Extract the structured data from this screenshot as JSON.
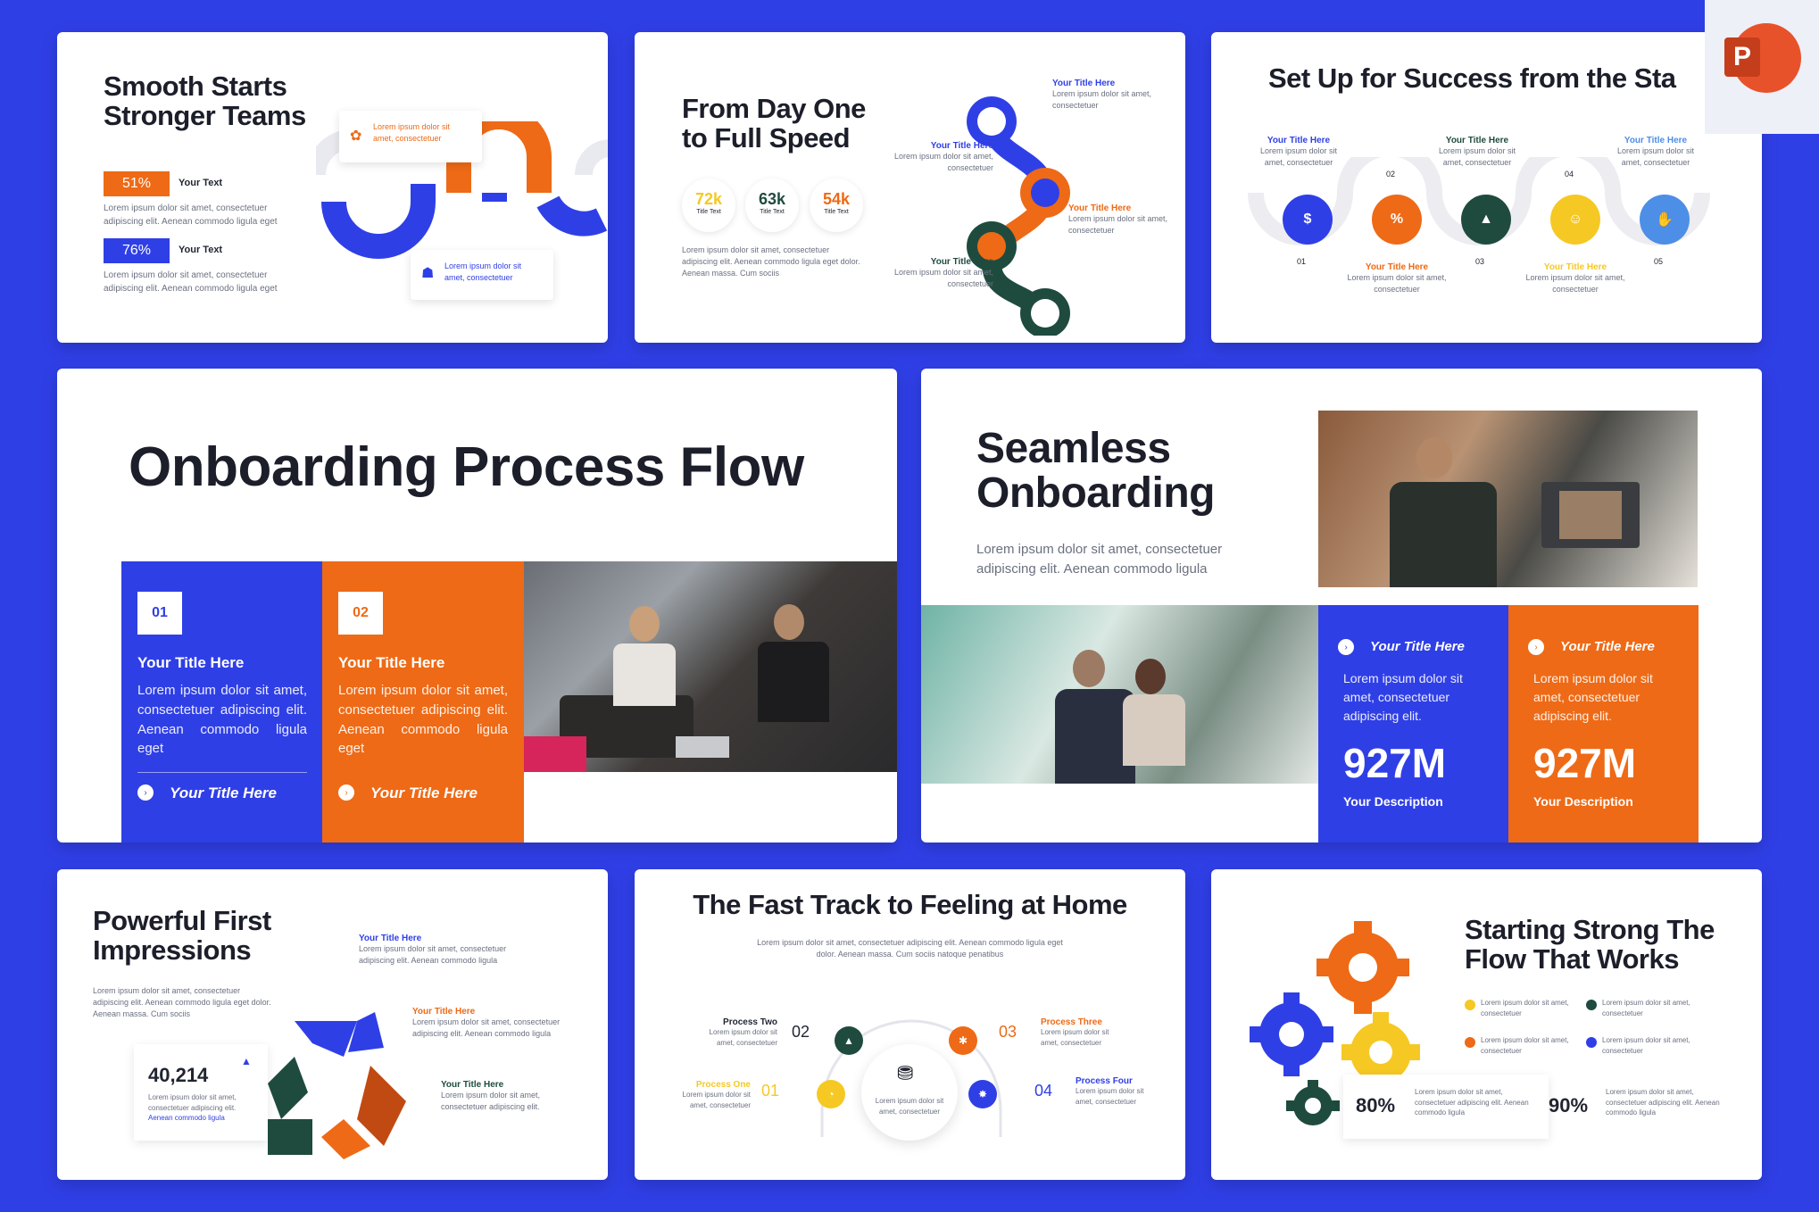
{
  "colors": {
    "blue": "#2f3fe6",
    "orange": "#ee6a16",
    "green": "#1f4b3f",
    "yellow": "#f6c823",
    "lightblue": "#4d8ee6"
  },
  "app_icon": "powerpoint-icon",
  "s1": {
    "title1": "Smooth Starts",
    "title2": "Stronger Teams",
    "stat1": "51%",
    "stat1_label": "Your Text",
    "stat2": "76%",
    "stat2_label": "Your Text",
    "lorem1": "Lorem ipsum dolor sit amet, consectetuer adipiscing elit. Aenean commodo ligula eget",
    "lorem2": "Lorem ipsum dolor sit amet, consectetuer adipiscing elit. Aenean commodo ligula eget",
    "callout1": "Lorem ipsum dolor sit amet, consectetuer",
    "callout2": "Lorem ipsum dolor sit amet, consectetuer"
  },
  "s2": {
    "title1": "From Day One",
    "title2": "to Full Speed",
    "stats": [
      {
        "value": "72k",
        "label": "Title Text"
      },
      {
        "value": "63k",
        "label": "Title Text"
      },
      {
        "value": "54k",
        "label": "Title Text"
      }
    ],
    "lorem": "Lorem ipsum dolor sit amet, consectetuer adipiscing elit. Aenean commodo ligula eget dolor. Aenean massa. Cum sociis",
    "items": [
      {
        "title": "Your Title Here",
        "text": "Lorem ipsum dolor sit amet, consectetuer"
      },
      {
        "title": "Your Title Here",
        "text": "Lorem ipsum dolor sit amet, consectetuer"
      },
      {
        "title": "Your Title Here",
        "text": "Lorem ipsum dolor sit amet, consectetuer"
      },
      {
        "title": "Your Title Here",
        "text": "Lorem ipsum dolor sit amet, consectetuer"
      }
    ]
  },
  "s3": {
    "title": "Set Up for Success from the Sta",
    "top": [
      {
        "title": "Your Title Here",
        "text": "Lorem ipsum dolor sit amet, consectetuer"
      },
      {
        "title": "Your Title Here",
        "text": "Lorem ipsum dolor sit amet, consectetuer"
      },
      {
        "title": "Your Title Here",
        "text": "Lorem ipsum dolor sit amet, consectetuer"
      }
    ],
    "bottom": [
      {
        "title": "Your Title Here",
        "text": "Lorem ipsum dolor sit amet, consectetuer"
      },
      {
        "title": "Your Title Here",
        "text": "Lorem ipsum dolor sit amet, consectetuer"
      }
    ],
    "nums": [
      "01",
      "02",
      "03",
      "04",
      "05"
    ]
  },
  "s4": {
    "title": "Onboarding Process Flow",
    "cards": [
      {
        "num": "01",
        "title": "Your Title Here",
        "text": "Lorem ipsum dolor sit amet, consectetuer adipiscing elit. Aenean commodo ligula eget",
        "link": "Your Title Here"
      },
      {
        "num": "02",
        "title": "Your Title Here",
        "text": "Lorem ipsum dolor sit amet, consectetuer adipiscing elit. Aenean commodo ligula eget",
        "link": "Your Title Here"
      }
    ]
  },
  "s5": {
    "title1": "Seamless",
    "title2": "Onboarding",
    "lorem": "Lorem ipsum dolor sit amet, consectetuer adipiscing elit. Aenean commodo ligula",
    "cards": [
      {
        "title": "Your Title Here",
        "text": "Lorem ipsum dolor sit amet, consectetuer adipiscing elit.",
        "value": "927M",
        "desc": "Your Description"
      },
      {
        "title": "Your Title Here",
        "text": "Lorem ipsum dolor sit amet, consectetuer adipiscing elit.",
        "value": "927M",
        "desc": "Your Description"
      }
    ]
  },
  "s6": {
    "title1": "Powerful First",
    "title2": "Impressions",
    "lorem": "Lorem ipsum dolor sit amet, consectetuer adipiscing elit. Aenean commodo ligula eget dolor. Aenean massa. Cum sociis",
    "stat": "40,214",
    "stat_text1": "Lorem ipsum dolor sit amet,",
    "stat_text2": "consectetuer adipiscing elit.",
    "stat_text3": "Aenean commodo ligula",
    "items": [
      {
        "title": "Your Title Here",
        "text": "Lorem ipsum dolor sit amet, consectetuer adipiscing elit. Aenean commodo ligula"
      },
      {
        "title": "Your Title Here",
        "text": "Lorem ipsum dolor sit amet, consectetuer adipiscing elit. Aenean commodo ligula"
      },
      {
        "title": "Your Title Here",
        "text": "Lorem ipsum dolor sit amet, consectetuer adipiscing elit."
      }
    ]
  },
  "s7": {
    "title": "The Fast Track to Feeling at Home",
    "subtitle": "Lorem ipsum dolor sit amet, consectetuer adipiscing elit. Aenean commodo ligula eget dolor. Aenean massa. Cum sociis natoque penatibus",
    "center_text": "Lorem ipsum dolor sit amet, consectetuer",
    "steps": [
      {
        "num": "01",
        "title": "Process One",
        "text": "Lorem ipsum dolor sit amet, consectetuer"
      },
      {
        "num": "02",
        "title": "Process Two",
        "text": "Lorem ipsum dolor sit amet, consectetuer"
      },
      {
        "num": "03",
        "title": "Process Three",
        "text": "Lorem ipsum dolor sit amet, consectetuer"
      },
      {
        "num": "04",
        "title": "Process Four",
        "text": "Lorem ipsum dolor sit amet, consectetuer"
      }
    ]
  },
  "s8": {
    "title1": "Starting Strong The",
    "title2": "Flow That Works",
    "bullets": [
      "Lorem ipsum dolor sit amet, consectetuer",
      "Lorem ipsum dolor sit amet, consectetuer",
      "Lorem ipsum dolor sit amet, consectetuer",
      "Lorem ipsum dolor sit amet, consectetuer"
    ],
    "stat1": "80%",
    "stat1_text": "Lorem ipsum dolor sit amet, consectetuer adipiscing elit. Aenean commodo ligula",
    "stat2": "90%",
    "stat2_text": "Lorem ipsum dolor sit amet, consectetuer adipiscing elit. Aenean commodo ligula"
  }
}
